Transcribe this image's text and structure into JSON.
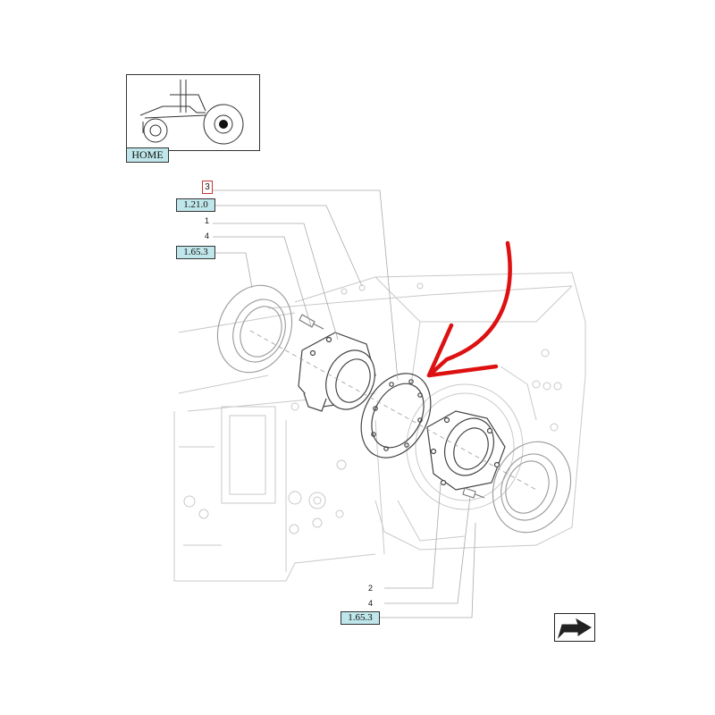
{
  "home_label": "HOME",
  "callouts": {
    "ref_top": {
      "number": "3",
      "code": "1.21.0"
    },
    "part_1": "1",
    "part_4_top": "4",
    "ref_left": "1.65.3",
    "part_2": "2",
    "part_4_bottom": "4",
    "ref_bottom": "1.65.3"
  },
  "icons": {
    "thumbnail": "tractor-thumbnail",
    "next": "next-page-arrow-icon",
    "highlight": "red-arrow-icon"
  },
  "colors": {
    "ref_fill": "#bfe6ea",
    "highlight": "#dd1111"
  }
}
